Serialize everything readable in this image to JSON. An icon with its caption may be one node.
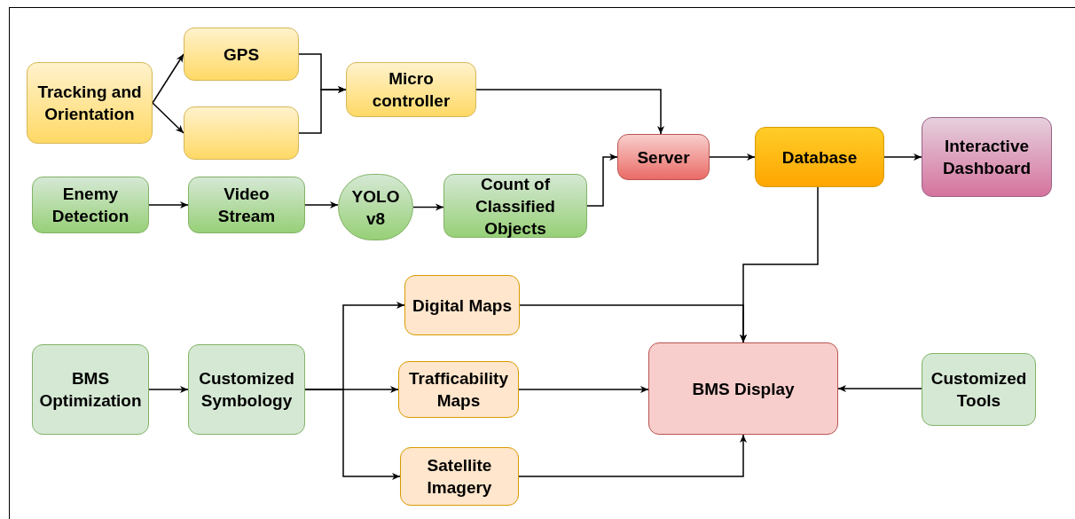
{
  "diagram": {
    "nodes": [
      {
        "text": [
          "Tracking and Orientation"
        ]
      },
      {
        "text": [
          "GPS"
        ]
      },
      {
        "text": [],
        "shape": "box"
      },
      {
        "text": [
          "Micro controller"
        ]
      },
      {
        "text": [
          "Server"
        ]
      },
      {
        "text": [
          "Database"
        ]
      },
      {
        "text": [
          "Interactive Dashboard"
        ]
      },
      {
        "text": [
          "Enemy Detection"
        ]
      },
      {
        "text": [
          "Video Stream"
        ]
      },
      {
        "text": [
          "YOLO v8"
        ]
      },
      {
        "text": [
          "Count of Classified Objects"
        ]
      },
      {
        "text": [
          "BMS Optimization"
        ]
      },
      {
        "text": [
          "Customized Symbology"
        ]
      },
      {
        "text": [
          "Digital Maps"
        ]
      },
      {
        "text": [
          "Trafficability Maps"
        ]
      },
      {
        "text": [
          "Satellite Imagery"
        ]
      },
      {
        "text": [
          "BMS Display"
        ]
      },
      {
        "text": [
          "Customized Tools"
        ]
      }
    ],
    "edges": [
      {
        "from": 0,
        "to": 1,
        "arrow": "to"
      },
      {
        "from": 0,
        "to": 2,
        "arrow": "to"
      },
      {
        "from": 1,
        "to": 3,
        "arrow": "to"
      },
      {
        "from": 2,
        "to": 3,
        "arrow": "to"
      },
      {
        "from": 3,
        "to": 4,
        "arrow": "to"
      },
      {
        "from": 7,
        "to": 8,
        "arrow": "to"
      },
      {
        "from": 8,
        "to": 9,
        "arrow": "to"
      },
      {
        "from": 9,
        "to": 10,
        "arrow": "to"
      },
      {
        "from": 10,
        "to": 4,
        "arrow": "to"
      },
      {
        "from": 4,
        "to": 5,
        "arrow": "to"
      },
      {
        "from": 5,
        "to": 6,
        "arrow": "to"
      },
      {
        "from": 5,
        "to": 16,
        "arrow": "to"
      },
      {
        "from": 11,
        "to": 12,
        "arrow": "to"
      },
      {
        "from": 12,
        "to": 13,
        "arrow": "to"
      },
      {
        "from": 12,
        "to": 14,
        "arrow": "to"
      },
      {
        "from": 12,
        "to": 15,
        "arrow": "to"
      },
      {
        "from": 13,
        "to": 16,
        "arrow": "to"
      },
      {
        "from": 14,
        "to": 16,
        "arrow": "to"
      },
      {
        "from": 15,
        "to": 16,
        "arrow": "to"
      },
      {
        "from": 17,
        "to": 16,
        "arrow": "to"
      }
    ]
  }
}
